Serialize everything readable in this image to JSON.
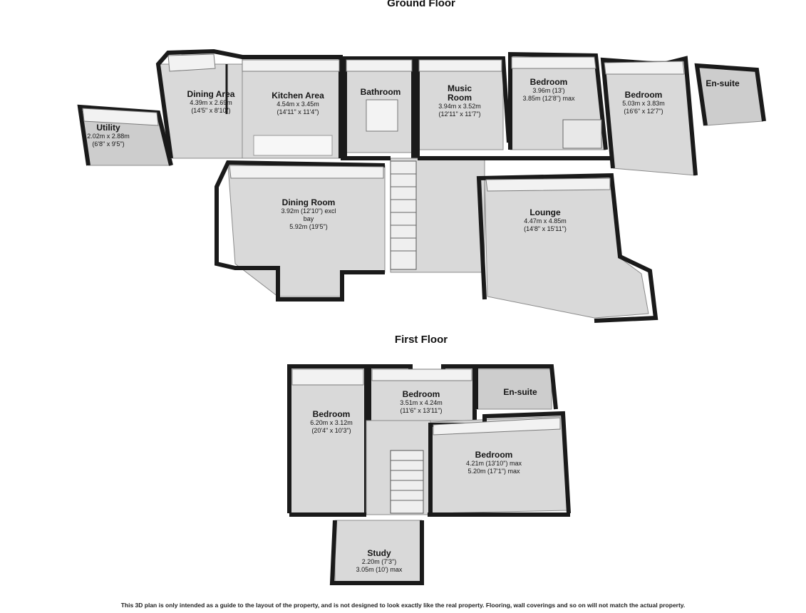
{
  "floors": {
    "ground": {
      "title": "Ground Floor",
      "rooms": {
        "utility": {
          "name": "Utility",
          "dim1": "2.02m x 2.88m",
          "dim2": "(6'8\" x 9'5\")"
        },
        "dining_area": {
          "name": "Dining Area",
          "dim1": "4.39m x 2.69m",
          "dim2": "(14'5\" x 8'10\")"
        },
        "kitchen_area": {
          "name": "Kitchen Area",
          "dim1": "4.54m x 3.45m",
          "dim2": "(14'11\" x 11'4\")"
        },
        "bathroom": {
          "name": "Bathroom"
        },
        "music_room": {
          "name": "Music Room",
          "dim1": "3.94m x 3.52m",
          "dim2": "(12'11\" x 11'7\")"
        },
        "bedroom_a": {
          "name": "Bedroom",
          "dim1": "3.96m (13')",
          "dim2": "3.85m (12'8\") max"
        },
        "bedroom_b": {
          "name": "Bedroom",
          "dim1": "5.03m x 3.83m",
          "dim2": "(16'6\" x 12'7\")"
        },
        "ensuite": {
          "name": "En-suite"
        },
        "dining_room": {
          "name": "Dining Room",
          "dim1": "3.92m (12'10\") excl bay",
          "dim2": "5.92m (19'5\")"
        },
        "lounge": {
          "name": "Lounge",
          "dim1": "4.47m x 4.85m",
          "dim2": "(14'8\" x 15'11\")"
        }
      }
    },
    "first": {
      "title": "First Floor",
      "rooms": {
        "bedroom_west": {
          "name": "Bedroom",
          "dim1": "6.20m x 3.12m",
          "dim2": "(20'4\" x 10'3\")"
        },
        "bedroom_north": {
          "name": "Bedroom",
          "dim1": "3.51m x 4.24m",
          "dim2": "(11'6\" x 13'11\")"
        },
        "ensuite": {
          "name": "En-suite"
        },
        "bedroom_east": {
          "name": "Bedroom",
          "dim1": "4.21m (13'10\") max",
          "dim2": "5.20m (17'1\") max"
        },
        "study": {
          "name": "Study",
          "dim1": "2.20m (7'3\")",
          "dim2": "3.05m (10') max"
        }
      }
    }
  },
  "disclaimer": "This 3D plan is only intended as a guide to the layout of the property, and is not designed to look exactly like the real property. Flooring, wall coverings and so on will not match the actual property."
}
